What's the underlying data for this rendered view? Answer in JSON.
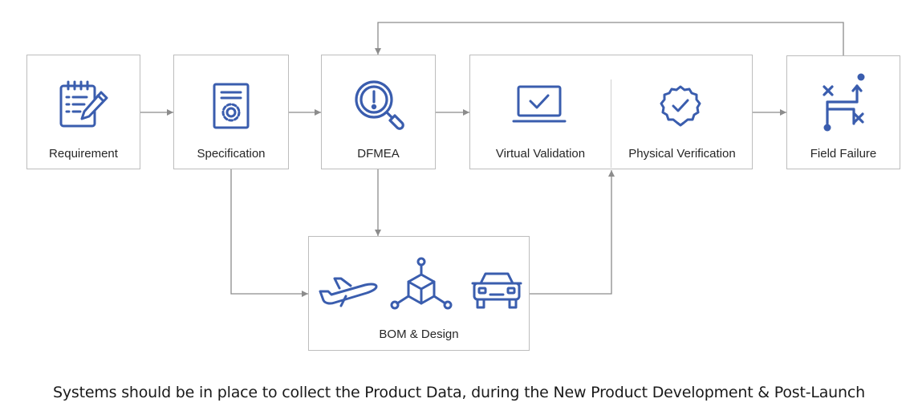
{
  "diagram": {
    "nodes": {
      "requirement": {
        "label": "Requirement",
        "icon": "clipboard-pen-icon"
      },
      "specification": {
        "label": "Specification",
        "icon": "document-gear-icon"
      },
      "dfmea": {
        "label": "DFMEA",
        "icon": "magnifier-exclamation-icon"
      },
      "validation": {
        "virtual_label": "Virtual Validation",
        "virtual_icon": "laptop-check-icon",
        "physical_label": "Physical Verification",
        "physical_icon": "badge-check-icon"
      },
      "field_failure": {
        "label": "Field Failure",
        "icon": "strategy-path-icon"
      },
      "bom_design": {
        "label": "BOM & Design",
        "icons": [
          "airplane-icon",
          "cube-network-icon",
          "car-icon"
        ]
      }
    },
    "edges": [
      {
        "from": "requirement",
        "to": "specification"
      },
      {
        "from": "specification",
        "to": "dfmea"
      },
      {
        "from": "dfmea",
        "to": "validation"
      },
      {
        "from": "validation",
        "to": "field_failure"
      },
      {
        "from": "field_failure",
        "to": "dfmea"
      },
      {
        "from": "dfmea",
        "to": "bom_design"
      },
      {
        "from": "specification",
        "to": "bom_design"
      },
      {
        "from": "bom_design",
        "to": "validation"
      }
    ],
    "caption": "Systems should be in place to collect the Product Data, during the New Product Development & Post-Launch"
  },
  "colors": {
    "icon": "#3a5dae",
    "border": "#bdbdbd",
    "connector": "#8c8c8c",
    "text": "#262626"
  }
}
